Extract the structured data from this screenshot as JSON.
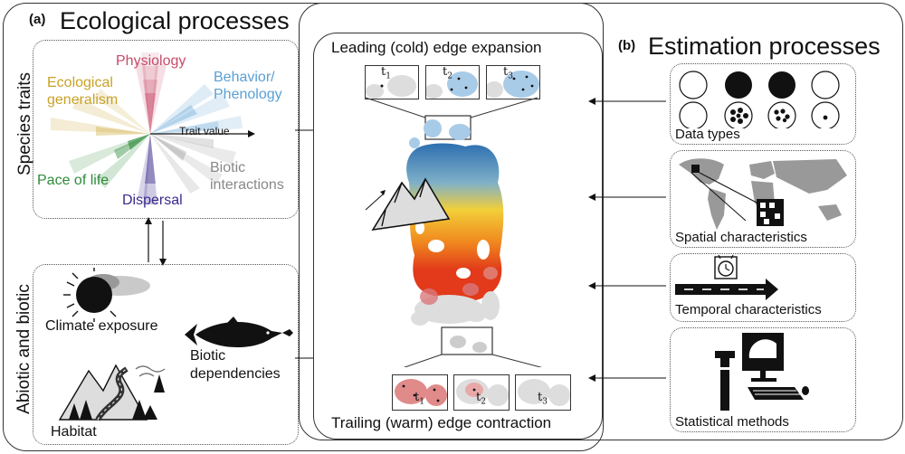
{
  "panel_a": {
    "letter": "(a)",
    "title": "Ecological processes",
    "species_traits_label": "Species traits",
    "abiotic_label": "Abiotic and biotic",
    "traits": {
      "physiology": "Physiology",
      "behavior_line1": "Behavior/",
      "behavior_line2": "Phenology",
      "eco_line1": "Ecological",
      "eco_line2": "generalism",
      "trait_value": "Trait value",
      "pace": "Pace of life",
      "dispersal": "Dispersal",
      "biotic_line1": "Biotic",
      "biotic_line2": "interactions"
    },
    "abiotic": {
      "climate": "Climate exposure",
      "biotic_dep_line1": "Biotic",
      "biotic_dep_line2": "dependencies",
      "habitat": "Habitat"
    },
    "center": {
      "leading": "Leading (cold) edge expansion",
      "trailing": "Trailing (warm) edge contraction"
    }
  },
  "panel_b": {
    "letter": "(b)",
    "title": "Estimation processes",
    "data_types": "Data types",
    "spatial": "Spatial characteristics",
    "temporal": "Temporal characteristics",
    "statistical": "Statistical methods"
  },
  "time_labels": {
    "t": "t",
    "s1": "1",
    "s2": "2",
    "s3": "3"
  },
  "colors": {
    "physiology": "#c84a6a",
    "behavior": "#5a9fd4",
    "ecological": "#c9a227",
    "pace": "#2e8b3a",
    "dispersal": "#3b2a8c",
    "biotic": "#8a8a8a"
  }
}
